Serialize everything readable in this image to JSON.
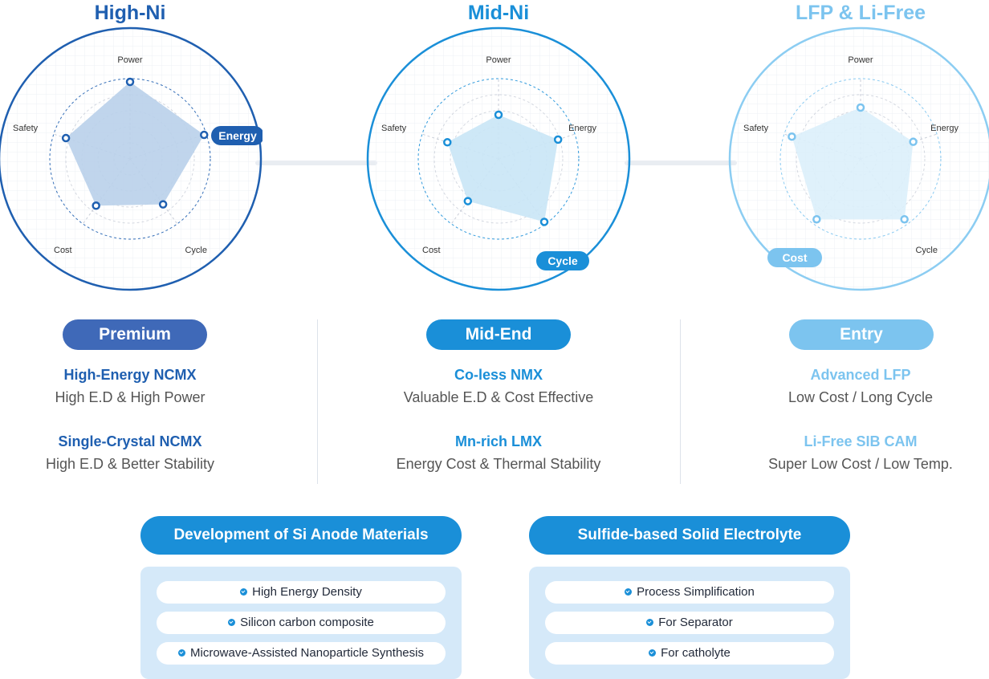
{
  "colors": {
    "high_ni": "#1f5fb0",
    "mid_ni": "#1a8fd8",
    "lfp": "#7cc4ef",
    "dev_blue": "#1a8fd8",
    "panel_bg": "#d5e9f9",
    "desc_text": "#555555"
  },
  "axes": [
    "Power",
    "Energy",
    "Cycle",
    "Cost",
    "Safety"
  ],
  "columns": [
    {
      "title": "High-Ni",
      "highlight": "Energy",
      "radar_values": {
        "Power": 0.96,
        "Energy": 0.97,
        "Cycle": 0.7,
        "Cost": 0.72,
        "Safety": 0.84
      },
      "tier": "Premium",
      "products": [
        {
          "name": "High-Energy NCMX",
          "desc": "High E.D & High Power"
        },
        {
          "name": "Single-Crystal NCMX",
          "desc": "High E.D & Better Stability"
        }
      ]
    },
    {
      "title": "Mid-Ni",
      "highlight": "Cycle",
      "radar_values": {
        "Power": 0.55,
        "Energy": 0.78,
        "Cycle": 0.97,
        "Cost": 0.65,
        "Safety": 0.67
      },
      "tier": "Mid-End",
      "products": [
        {
          "name": "Co-less NMX",
          "desc": "Valuable E.D & Cost Effective"
        },
        {
          "name": "Mn-rich LMX",
          "desc": "Energy Cost & Thermal Stability"
        }
      ]
    },
    {
      "title": "LFP & Li-Free",
      "highlight": "Cost",
      "radar_values": {
        "Power": 0.64,
        "Energy": 0.69,
        "Cycle": 0.93,
        "Cost": 0.93,
        "Safety": 0.9
      },
      "tier": "Entry",
      "products": [
        {
          "name": "Advanced LFP",
          "desc": "Low Cost / Long Cycle"
        },
        {
          "name": "Li-Free SIB CAM",
          "desc": "Super Low Cost / Low Temp."
        }
      ]
    }
  ],
  "developments": [
    {
      "title": "Development of Si Anode Materials",
      "items": [
        "High Energy Density",
        "Silicon carbon composite",
        "Microwave-Assisted Nanoparticle Synthesis"
      ]
    },
    {
      "title": "Sulfide-based Solid Electrolyte",
      "items": [
        "Process Simplification",
        "For Separator",
        "For catholyte"
      ]
    }
  ]
}
